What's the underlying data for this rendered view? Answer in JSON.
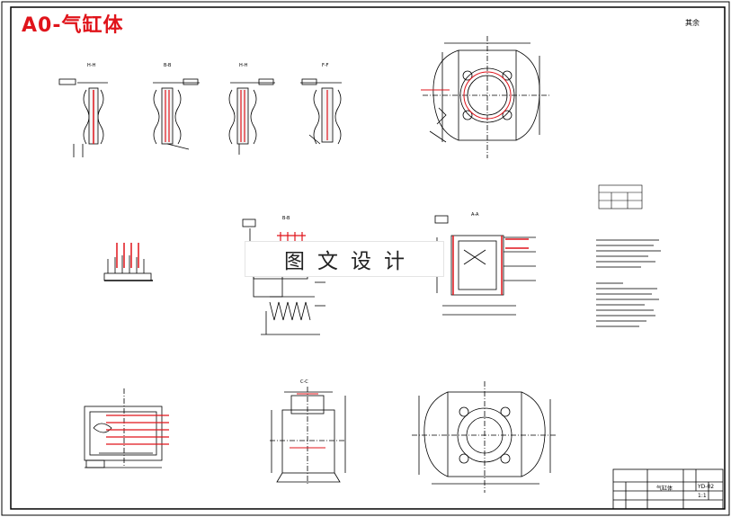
{
  "drawing": {
    "title": "A0-气缸体",
    "watermark": "图文设计",
    "roughness_note": "其余",
    "section_labels": [
      "H-H",
      "B-B",
      "H-H",
      "F-F",
      "B-B",
      "A-A",
      "C-C"
    ]
  },
  "title_block": {
    "part_name": "气缸体",
    "drawing_number": "YD-02",
    "scale": "1:1"
  },
  "colors": {
    "title_red": "#e0141b",
    "line_black": "#000000",
    "hatch_red": "#e0141b",
    "sheet_white": "#ffffff"
  }
}
